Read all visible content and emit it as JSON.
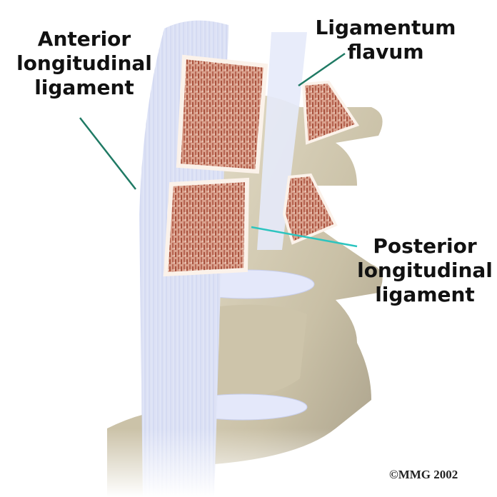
{
  "diagram": {
    "subject": "Spinal ligaments (lateral sagittal section of lumbar vertebrae)",
    "labels": [
      {
        "id": "anterior_longitudinal_ligament",
        "lines": [
          "Anterior",
          "longitudinal",
          "ligament"
        ]
      },
      {
        "id": "ligamentum_flavum",
        "lines": [
          "Ligamentum",
          "flavum"
        ]
      },
      {
        "id": "posterior_longitudinal_ligament",
        "lines": [
          "Posterior",
          "longitudinal",
          "ligament"
        ]
      }
    ],
    "copyright": "©MMG 2002",
    "colors": {
      "leader_line_dark": "#1f7a64",
      "leader_line_cyan": "#2cc4bf",
      "ligament": "#dfe4f7",
      "bone": "#cfc6ad",
      "cancellous_bone": "#c9826c",
      "disc": "#e4e8fa"
    }
  }
}
